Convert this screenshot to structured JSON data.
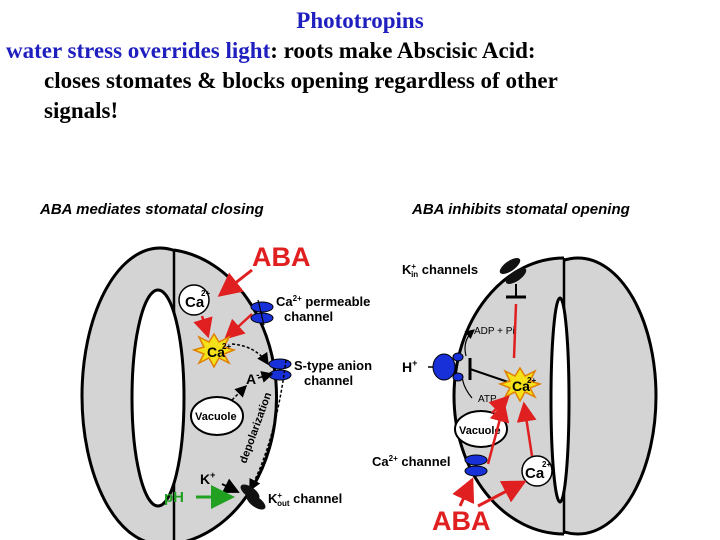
{
  "title": {
    "line1": "Phototropins",
    "line2_blue": "water stress overrides light",
    "line2_rest": ": roots make Abscisic Acid:",
    "line3": "closes stomates & blocks opening regardless of other",
    "line4": "signals!"
  },
  "left_panel": {
    "heading": "ABA mediates stomatal closing",
    "aba": "ABA",
    "ca_label": "Ca",
    "ca_charge": "2+",
    "ca_channel_line1": "Ca",
    "ca_channel_sup": "2+",
    "ca_channel_line1_rest": " permeable",
    "ca_channel_line2": "channel",
    "anion_line1": "S-type anion",
    "anion_line2": "channel",
    "anion": "A",
    "anion_charge": "-",
    "vacuole": "Vacuole",
    "depolarization": "depolarization",
    "k_plus": "K",
    "k_charge": "+",
    "ph": "pH",
    "kout_k": "K",
    "kout_sup": "+",
    "kout_sub": "out",
    "kout_rest": " channel"
  },
  "right_panel": {
    "heading": "ABA inhibits stomatal opening",
    "kin_k": "K",
    "kin_sup": "+",
    "kin_sub": "in",
    "kin_rest": " channels",
    "adp": "ADP + Pi",
    "atp": "ATP",
    "h_plus": "H",
    "h_charge": "+",
    "ca_label": "Ca",
    "ca_charge": "2+",
    "vacuole": "Vacuole",
    "ca_channel": "Ca",
    "ca_channel_sup": "2+",
    "ca_channel_rest": " channel",
    "aba": "ABA"
  },
  "colors": {
    "title_blue": "#1f1fbf",
    "aba_red": "#e02020",
    "ph_green": "#22a022",
    "cell_gray": "#d4d4d4",
    "channel_blue": "#1830d8"
  }
}
